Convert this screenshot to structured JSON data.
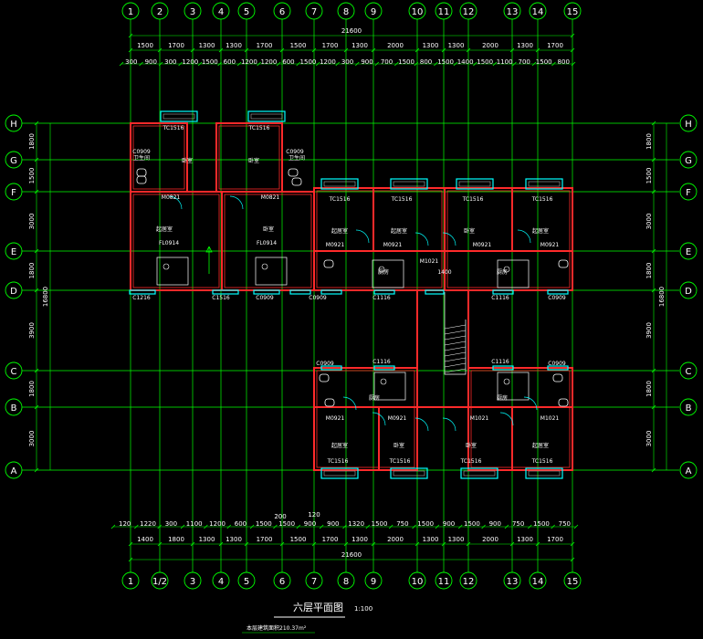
{
  "drawing": {
    "title": "六层平面图",
    "scale": "1:100",
    "area_note": "本层建筑面积210.37m²"
  },
  "axes": {
    "columns_top": [
      "1",
      "2",
      "3",
      "4",
      "5",
      "6",
      "7",
      "8",
      "9",
      "10",
      "11",
      "12",
      "13",
      "14",
      "15"
    ],
    "columns_bottom": [
      "1",
      "1/2",
      "3",
      "4",
      "5",
      "6",
      "7",
      "8",
      "9",
      "10",
      "11",
      "12",
      "13",
      "14",
      "15"
    ],
    "rows": [
      "H",
      "G",
      "F",
      "E",
      "D",
      "C",
      "B",
      "A"
    ]
  },
  "dimensions": {
    "top_total": "21600",
    "top_main": [
      "1500",
      "1700",
      "1300",
      "1300",
      "1700",
      "1500",
      "1700",
      "1300",
      "2000",
      "1300",
      "1300",
      "2000",
      "1300",
      "1700"
    ],
    "top_detail": [
      "300",
      "900",
      "300",
      "1200",
      "1500",
      "600",
      "1200",
      "1200",
      "600",
      "1500",
      "1200",
      "300",
      "900",
      "700",
      "1500",
      "800",
      "1500",
      "1400",
      "1500",
      "1100",
      "700",
      "1500",
      "800"
    ],
    "bottom_total": "21600",
    "bottom_main": [
      "1400",
      "1800",
      "1300",
      "1300",
      "1700",
      "1500",
      "1700",
      "1300",
      "2000",
      "1300",
      "1300",
      "2000",
      "1300",
      "1700"
    ],
    "bottom_detail": [
      "120",
      "1220",
      "300",
      "1100",
      "1200",
      "600",
      "1500",
      "1500",
      "900",
      "900",
      "1320",
      "1500",
      "750",
      "1500",
      "900",
      "1500",
      "900",
      "750",
      "1500",
      "750"
    ],
    "bottom_extra": [
      "200",
      "120"
    ],
    "left_main": [
      "1800",
      "1500",
      "3000",
      "1800",
      "3900",
      "1800",
      "3000"
    ],
    "left_total": "16800",
    "right_main": [
      "1800",
      "1500",
      "3000",
      "1800",
      "3900",
      "1800",
      "3000"
    ],
    "right_total": "16800"
  },
  "labels": {
    "windows": [
      "TC1516",
      "TC1516",
      "TC1516",
      "TC1516",
      "TC1516",
      "TC1516",
      "TC1516",
      "TC1516",
      "TC1516",
      "TC1516"
    ],
    "rooms": [
      "卧室",
      "卧室",
      "起居室",
      "起居室",
      "卧室",
      "起居室",
      "起居室",
      "卧室",
      "卧室",
      "起居室",
      "起居室",
      "卧室",
      "厨房",
      "厨房",
      "厨房",
      "厨房",
      "卫生间",
      "卫生间"
    ],
    "doors": [
      "M0821",
      "M0821",
      "M0921",
      "M0921",
      "M0921",
      "M0921",
      "M0921",
      "M0921",
      "M1021",
      "M1021"
    ],
    "misc": [
      "C0909",
      "C0909",
      "C0909",
      "C0909",
      "C1216",
      "C1516",
      "C0909",
      "C1116",
      "C1116",
      "C0909",
      "C1116",
      "C1116",
      "C0909",
      "FL0914",
      "FL0914",
      "1400",
      "M1021"
    ]
  }
}
